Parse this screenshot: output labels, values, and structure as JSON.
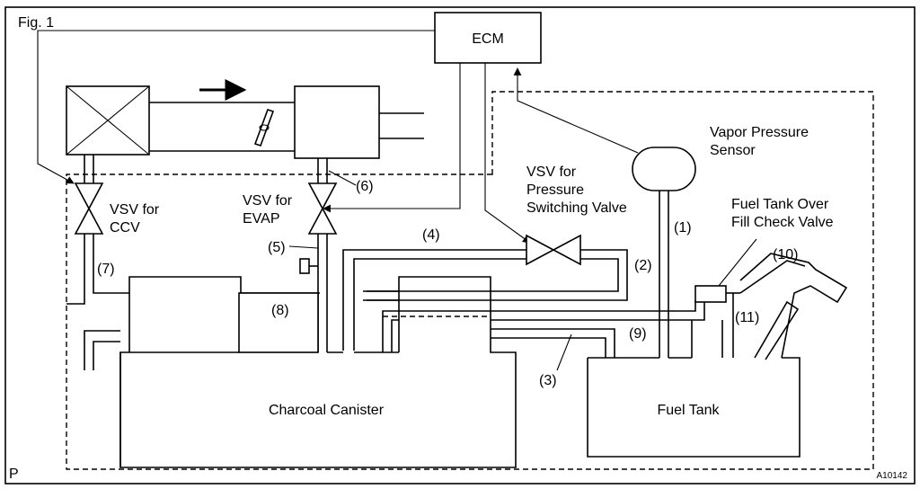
{
  "figure": {
    "label": "Fig. 1",
    "corner_mark": "P",
    "reference_code": "A10142"
  },
  "components": {
    "ecm": "ECM",
    "vapor_pressure_sensor": [
      "Vapor Pressure",
      "Sensor"
    ],
    "vsv_pressure_switching": [
      "VSV for",
      "Pressure",
      "Switching Valve"
    ],
    "fuel_tank_over_fill_check_valve": [
      "Fuel Tank Over",
      "Fill Check Valve"
    ],
    "vsv_ccv": [
      "VSV for",
      "CCV"
    ],
    "vsv_evap": [
      "VSV for",
      "EVAP"
    ],
    "charcoal_canister": "Charcoal Canister",
    "fuel_tank": "Fuel Tank"
  },
  "callouts": {
    "c1": "(1)",
    "c2": "(2)",
    "c3": "(3)",
    "c4": "(4)",
    "c5": "(5)",
    "c6": "(6)",
    "c7": "(7)",
    "c8": "(8)",
    "c9": "(9)",
    "c10": "(10)",
    "c11": "(11)"
  }
}
